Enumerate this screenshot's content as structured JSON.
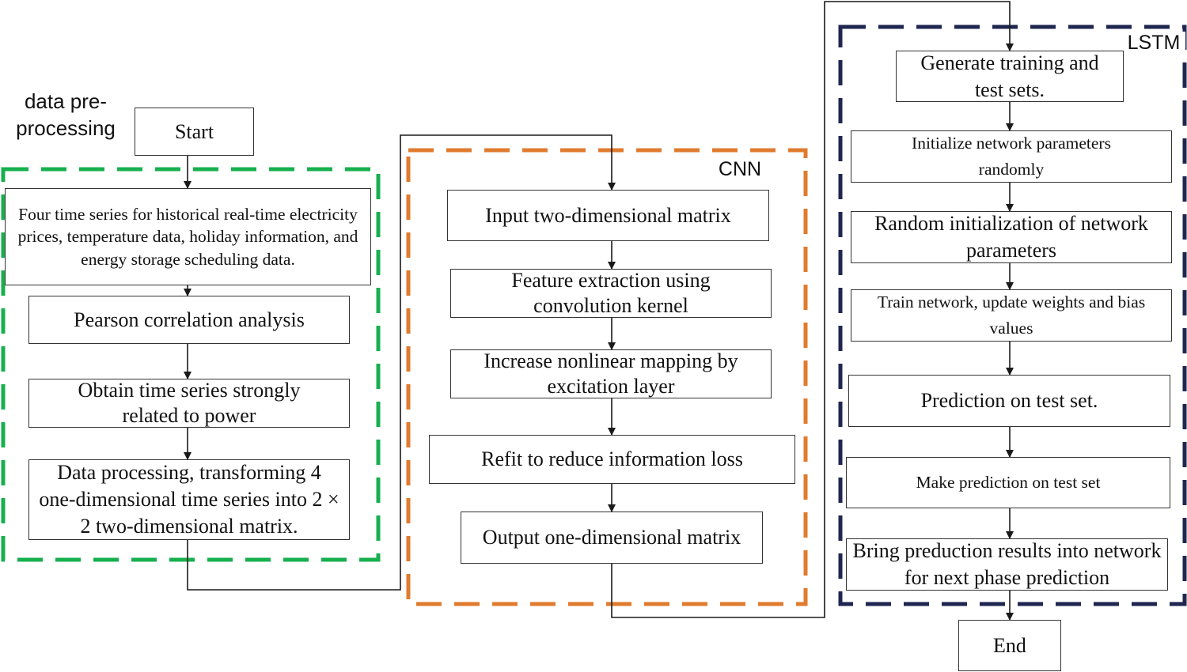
{
  "section_labels": {
    "preprocessing": "data pre-\nprocessing",
    "cnn": "CNN",
    "lstm": "LSTM"
  },
  "colors": {
    "preprocessing_border": "#17b04f",
    "cnn_border": "#e07b2e",
    "lstm_border": "#1f2750",
    "connector": "#1a1a1a"
  },
  "nodes": {
    "start": "Start",
    "four_series": "Four time series for historical real-time electricity prices, temperature data, holiday information, and energy storage scheduling data.",
    "pearson": "Pearson correlation analysis",
    "obtain_series": "Obtain time series strongly related to power",
    "data_processing": "Data processing, transforming 4 one-dimensional time series into 2 × 2 two-dimensional matrix.",
    "input_matrix": "Input two-dimensional matrix",
    "feature_extraction": "Feature extraction using convolution kernel",
    "nonlinear_mapping": "Increase nonlinear mapping by excitation layer",
    "refit": "Refit to reduce information loss",
    "output_matrix": "Output one-dimensional matrix",
    "generate_sets": "Generate training and test sets.",
    "init_params": "Initialize network parameters randomly",
    "random_init": "Random initialization of network parameters",
    "train_network": "Train network, update weights and bias values",
    "prediction_test": "Prediction on test set.",
    "make_prediction": "Make prediction on test set",
    "bring_results": "Bring preduction results into network for next phase prediction",
    "end": "End"
  }
}
